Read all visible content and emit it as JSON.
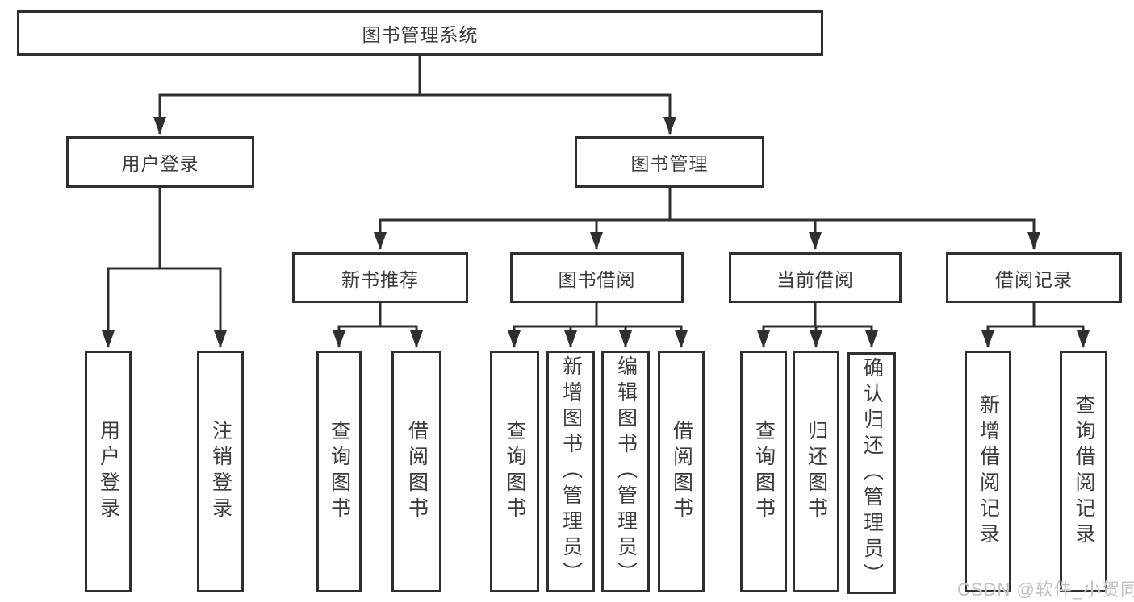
{
  "tree": {
    "root": {
      "label": "图书管理系统"
    },
    "user_login": {
      "label": "用户登录",
      "leaves": [
        "用户登录",
        "注销登录"
      ]
    },
    "book_mgmt": {
      "label": "图书管理",
      "groups": {
        "new_book": {
          "label": "新书推荐",
          "leaves": [
            "查询图书",
            "借阅图书"
          ]
        },
        "book_borrow": {
          "label": "图书借阅",
          "leaves": [
            "查询图书",
            "新增图书（管理员）",
            "编辑图书（管理员）",
            "借阅图书"
          ]
        },
        "current_borrow": {
          "label": "当前借阅",
          "leaves": [
            "查询图书",
            "归还图书",
            "确认归还（管理员）"
          ]
        },
        "borrow_records": {
          "label": "借阅记录",
          "leaves": [
            "新增借阅记录",
            "查询借阅记录"
          ]
        }
      }
    }
  },
  "watermark": "CSDN @软件_小贺同学",
  "colors": {
    "line": "#2f2f2f",
    "text": "#3c3c3c",
    "watermark": "#c2c2c2",
    "background": "#ffffff"
  }
}
